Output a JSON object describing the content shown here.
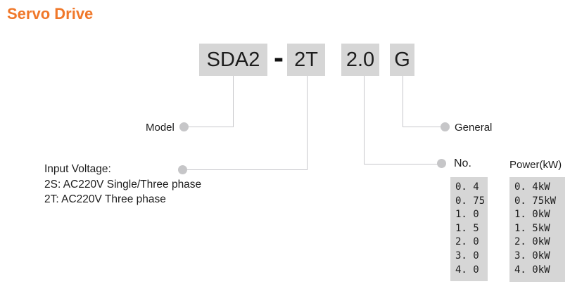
{
  "page": {
    "title": "Servo Drive"
  },
  "model_code": {
    "segments": {
      "series": "SDA2",
      "separator": "-",
      "voltage": "2T",
      "power": "2.0",
      "type": "G"
    }
  },
  "callouts": {
    "model": {
      "label": "Model"
    },
    "general": {
      "label": "General"
    },
    "input_voltage": {
      "lines": [
        "Input Voltage:",
        "2S: AC220V Single/Three phase",
        "2T: AC220V Three phase"
      ]
    },
    "no": {
      "label": "No."
    },
    "power": {
      "label": "Power(kW)"
    }
  },
  "power_table": {
    "no_values": [
      "0. 4",
      "0. 75",
      "1. 0",
      "1. 5",
      "2. 0",
      "3. 0",
      "4. 0"
    ],
    "power_values": [
      "0. 4kW",
      "0. 75kW",
      "1. 0kW",
      "1. 5kW",
      "2. 0kW",
      "3. 0kW",
      "4. 0kW"
    ]
  },
  "colors": {
    "accent": "#F0782A",
    "box_bg": "#d6d6d6",
    "line": "#c7c7cb",
    "dot": "#c6c6c8",
    "ink": "#1d1d1d"
  }
}
